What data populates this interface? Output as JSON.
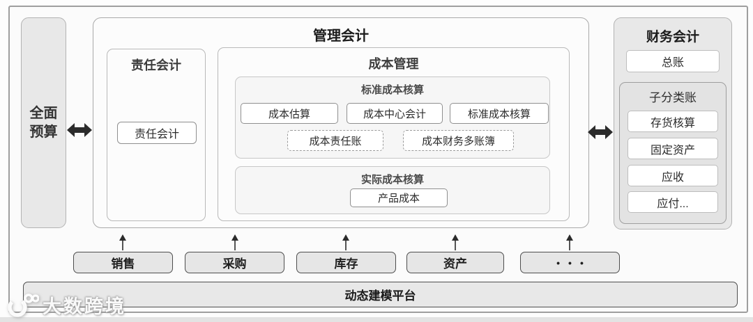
{
  "budget": {
    "line1": "全面",
    "line2": "预算"
  },
  "management": {
    "title": "管理会计",
    "responsibility": {
      "title": "责任会计",
      "button": "责任会计"
    },
    "cost": {
      "title": "成本管理",
      "standard": {
        "title": "标准成本核算",
        "buttons": [
          "成本估算",
          "成本中心会计",
          "标准成本核算"
        ],
        "dashed_buttons": [
          "成本责任账",
          "成本财务多账簿"
        ]
      },
      "actual": {
        "title": "实际成本核算",
        "button": "产品成本"
      }
    }
  },
  "financial": {
    "title": "财务会计",
    "general_ledger": "总账",
    "subledger": {
      "title": "子分类账",
      "items": [
        "存货核算",
        "固定资产",
        "应收",
        "应付..."
      ]
    }
  },
  "modules": [
    "销售",
    "采购",
    "库存",
    "资产",
    "•••"
  ],
  "platform": {
    "label": "动态建模平台"
  },
  "watermark": {
    "text": "大数跨境"
  },
  "colors": {
    "arrow": "#2b2b2b",
    "gray_fill": "#e8e8e8",
    "frame_border": "#9e9e9e",
    "module_border": "#4d4d4d"
  }
}
